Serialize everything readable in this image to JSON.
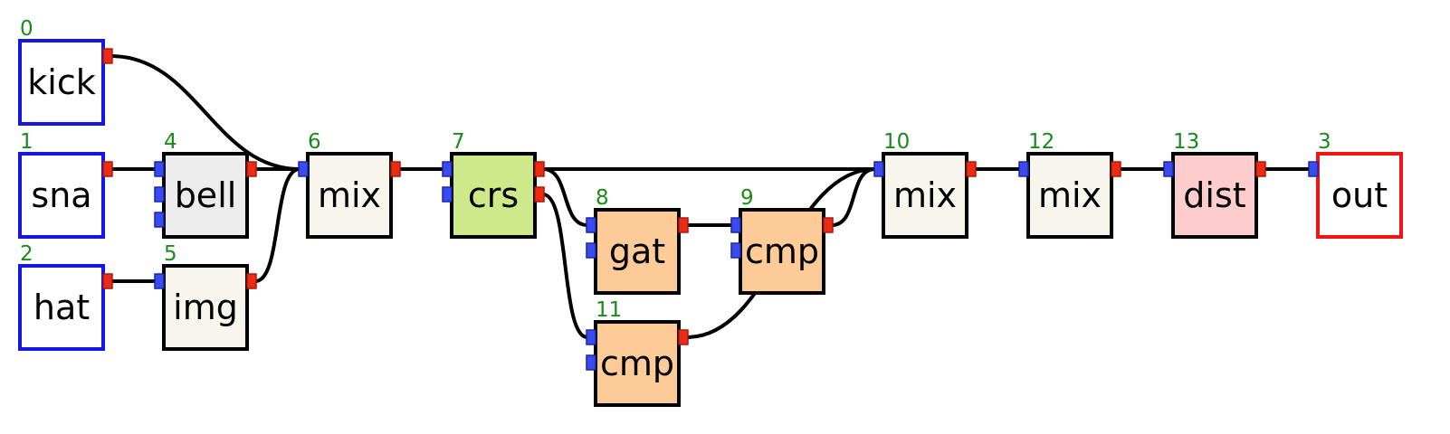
{
  "graph": {
    "nodes": [
      {
        "id": "0",
        "label": "kick",
        "kind": "input",
        "inputs": 0,
        "outputs": 1
      },
      {
        "id": "1",
        "label": "sna",
        "kind": "input",
        "inputs": 0,
        "outputs": 1
      },
      {
        "id": "2",
        "label": "hat",
        "kind": "input",
        "inputs": 0,
        "outputs": 1
      },
      {
        "id": "4",
        "label": "bell",
        "kind": "effect",
        "inputs": 3,
        "outputs": 1
      },
      {
        "id": "5",
        "label": "img",
        "kind": "mix",
        "inputs": 1,
        "outputs": 1
      },
      {
        "id": "6",
        "label": "mix",
        "kind": "mix",
        "inputs": 1,
        "outputs": 1
      },
      {
        "id": "7",
        "label": "crs",
        "kind": "crossover",
        "inputs": 2,
        "outputs": 2
      },
      {
        "id": "8",
        "label": "gat",
        "kind": "dynamics",
        "inputs": 2,
        "outputs": 1
      },
      {
        "id": "9",
        "label": "cmp",
        "kind": "dynamics",
        "inputs": 2,
        "outputs": 1
      },
      {
        "id": "11",
        "label": "cmp",
        "kind": "dynamics",
        "inputs": 2,
        "outputs": 1
      },
      {
        "id": "10",
        "label": "mix",
        "kind": "mix",
        "inputs": 1,
        "outputs": 1
      },
      {
        "id": "12",
        "label": "mix",
        "kind": "mix",
        "inputs": 1,
        "outputs": 1
      },
      {
        "id": "13",
        "label": "dist",
        "kind": "distortion",
        "inputs": 1,
        "outputs": 1
      },
      {
        "id": "3",
        "label": "out",
        "kind": "output",
        "inputs": 1,
        "outputs": 0
      }
    ],
    "edges": [
      {
        "from": "0",
        "out": 0,
        "to": "6",
        "in": 0
      },
      {
        "from": "1",
        "out": 0,
        "to": "4",
        "in": 0
      },
      {
        "from": "4",
        "out": 0,
        "to": "6",
        "in": 0
      },
      {
        "from": "2",
        "out": 0,
        "to": "5",
        "in": 0
      },
      {
        "from": "5",
        "out": 0,
        "to": "6",
        "in": 0
      },
      {
        "from": "6",
        "out": 0,
        "to": "7",
        "in": 0
      },
      {
        "from": "7",
        "out": 0,
        "to": "10",
        "in": 0
      },
      {
        "from": "7",
        "out": 0,
        "to": "8",
        "in": 0
      },
      {
        "from": "7",
        "out": 1,
        "to": "11",
        "in": 0
      },
      {
        "from": "8",
        "out": 0,
        "to": "9",
        "in": 0
      },
      {
        "from": "9",
        "out": 0,
        "to": "10",
        "in": 0
      },
      {
        "from": "11",
        "out": 0,
        "to": "10",
        "in": 0
      },
      {
        "from": "10",
        "out": 0,
        "to": "12",
        "in": 0
      },
      {
        "from": "12",
        "out": 0,
        "to": "13",
        "in": 0
      },
      {
        "from": "13",
        "out": 0,
        "to": "3",
        "in": 0
      }
    ]
  },
  "styles": {
    "input": {
      "fill": "#ffffff",
      "stroke": "#1515e6"
    },
    "output": {
      "fill": "#ffffff",
      "stroke": "#f01414"
    },
    "mix": {
      "fill": "#f7f5ec",
      "stroke": "#000000"
    },
    "effect": {
      "fill": "#ececec",
      "stroke": "#000000"
    },
    "crossover": {
      "fill": "#cde98a",
      "stroke": "#000000"
    },
    "dynamics": {
      "fill": "#fdcb98",
      "stroke": "#000000"
    },
    "distortion": {
      "fill": "#fdcdcd",
      "stroke": "#000000"
    }
  }
}
